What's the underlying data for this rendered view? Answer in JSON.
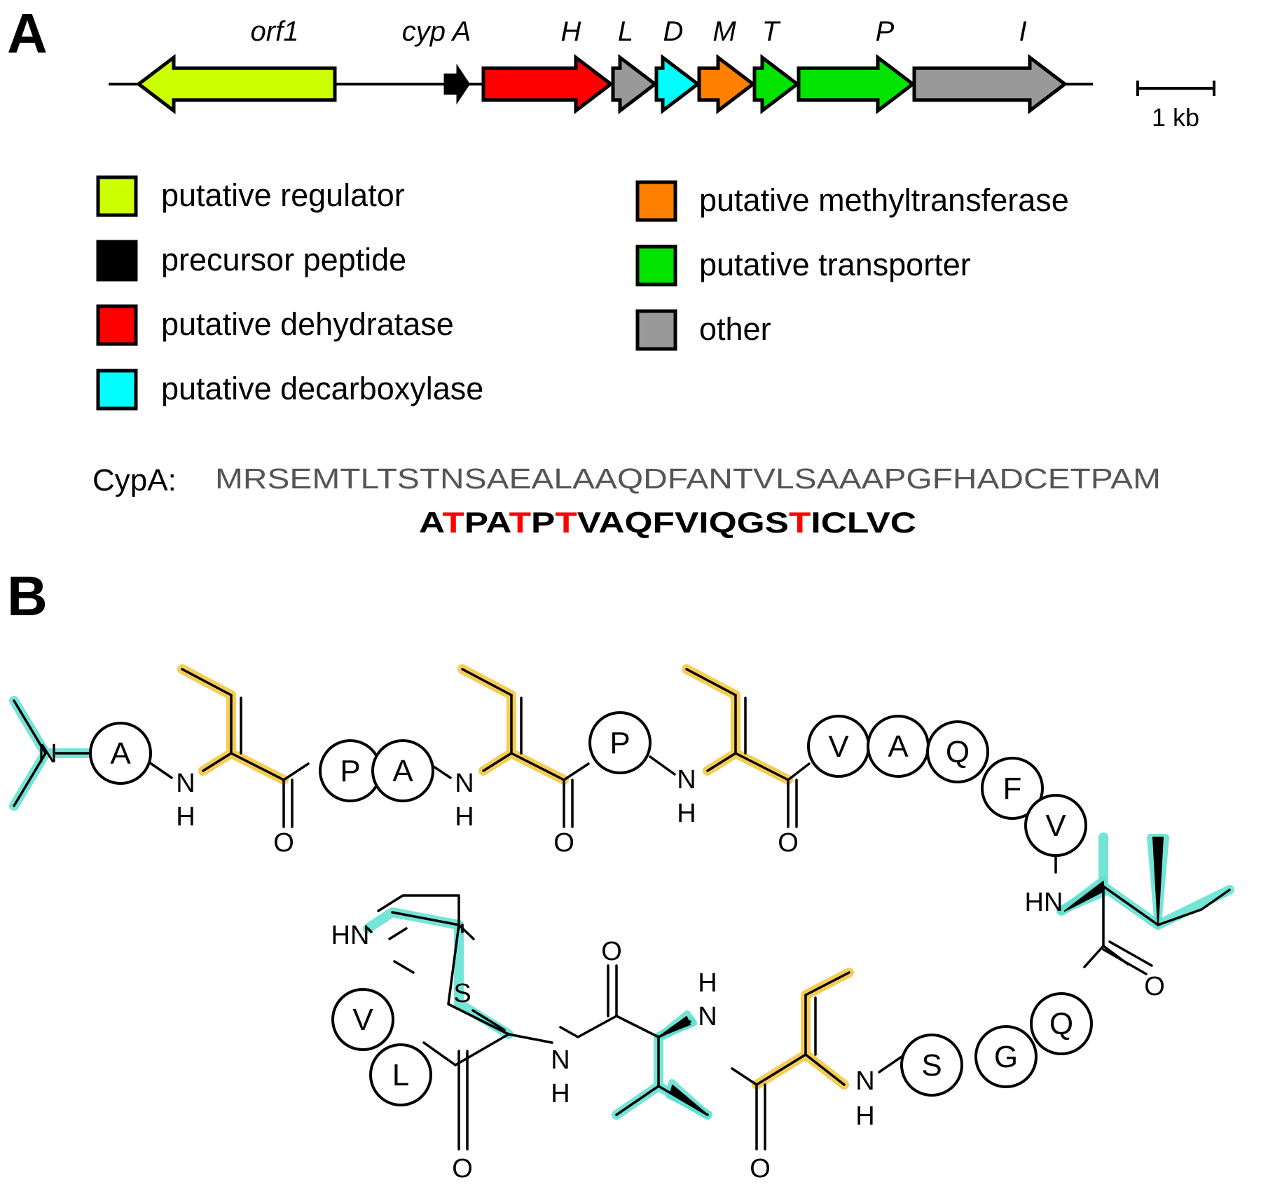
{
  "panels": {
    "a": "A",
    "b": "B"
  },
  "colors": {
    "regulator": "#CCFF00",
    "precursor": "#000000",
    "dehydratase": "#FF0000",
    "decarboxylase": "#00FFFF",
    "methyltransferase": "#FF7F00",
    "transporter": "#00E400",
    "other": "#999999",
    "highlight_dehydration": "#F5C842",
    "highlight_other": "#5CE0D0",
    "modified_residue": "#FF0000"
  },
  "gene_cluster": {
    "genes": [
      {
        "label": "orf1",
        "category": "regulator",
        "direction": "left"
      },
      {
        "label": "cyp A",
        "category": "precursor",
        "direction": "right"
      },
      {
        "label": "H",
        "category": "dehydratase",
        "direction": "right"
      },
      {
        "label": "L",
        "category": "other",
        "direction": "right"
      },
      {
        "label": "D",
        "category": "decarboxylase",
        "direction": "right"
      },
      {
        "label": "M",
        "category": "methyltransferase",
        "direction": "right"
      },
      {
        "label": "T",
        "category": "transporter",
        "direction": "right"
      },
      {
        "label": "P",
        "category": "transporter",
        "direction": "right"
      },
      {
        "label": "I",
        "category": "other",
        "direction": "right"
      }
    ],
    "scale_label": "1 kb"
  },
  "legend": {
    "left": [
      {
        "category": "regulator",
        "label": "putative regulator"
      },
      {
        "category": "precursor",
        "label": "precursor peptide"
      },
      {
        "category": "dehydratase",
        "label": "putative dehydratase"
      },
      {
        "category": "decarboxylase",
        "label": "putative decarboxylase"
      }
    ],
    "right": [
      {
        "category": "methyltransferase",
        "label": "putative methyltransferase"
      },
      {
        "category": "transporter",
        "label": "putative transporter"
      },
      {
        "category": "other",
        "label": "other"
      }
    ]
  },
  "sequence": {
    "label": "CypA:",
    "leader": "MRSEMTLTSTNSAEALAAQDFANTVLSAAAPGFHADCETPAM",
    "core": "ATPATPTVAQFVIQGSTICLVC",
    "modified_positions": [
      1,
      4,
      6,
      16
    ]
  },
  "structure": {
    "residues": [
      "A",
      "P",
      "A",
      "P",
      "V",
      "A",
      "Q",
      "F",
      "V",
      "Q",
      "G",
      "S",
      "L",
      "V"
    ],
    "atoms": {
      "n_terminal_n": "N",
      "amide_nh": "N",
      "amide_h": "H",
      "hn": "HN",
      "carbonyl_o": "O",
      "sulfur": "S"
    }
  }
}
